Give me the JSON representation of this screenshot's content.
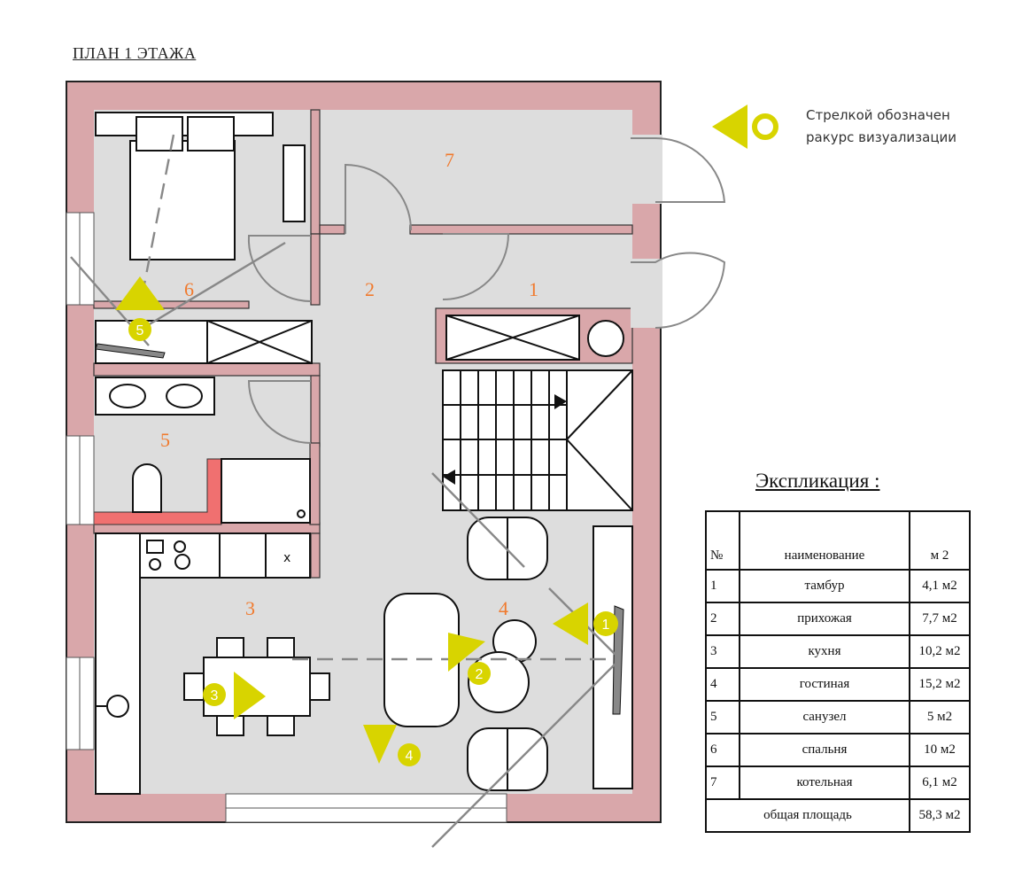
{
  "title": "ПЛАН 1 ЭТАЖА",
  "legend": {
    "line1": "Стрелкой обозначен",
    "line2": "ракурс визуализации",
    "arrow_icon": "yellow-triangle-arrow-icon"
  },
  "rooms": [
    {
      "num": "1"
    },
    {
      "num": "2"
    },
    {
      "num": "3"
    },
    {
      "num": "4"
    },
    {
      "num": "5"
    },
    {
      "num": "6"
    },
    {
      "num": "7"
    }
  ],
  "viewpoints": [
    "1",
    "2",
    "3",
    "4",
    "5"
  ],
  "explication": {
    "title": "Экспликация :",
    "headers": {
      "no": "№",
      "name": "наименование",
      "area": "м 2"
    },
    "rows": [
      {
        "no": "1",
        "name": "тамбур",
        "area": "4,1 м2"
      },
      {
        "no": "2",
        "name": "прихожая",
        "area": "7,7 м2"
      },
      {
        "no": "3",
        "name": "кухня",
        "area": "10,2 м2"
      },
      {
        "no": "4",
        "name": "гостиная",
        "area": "15,2 м2"
      },
      {
        "no": "5",
        "name": "санузел",
        "area": "5 м2"
      },
      {
        "no": "6",
        "name": "спальня",
        "area": "10 м2"
      },
      {
        "no": "7",
        "name": "котельная",
        "area": "6,1 м2"
      }
    ],
    "total": {
      "name": "общая площадь",
      "area": "58,3 м2"
    }
  },
  "colors": {
    "wall": "#d9a7aa",
    "floor": "#dddddd",
    "accent_wall": "#f07070",
    "marker": "#d8d400",
    "room_number": "#f07a2e"
  }
}
